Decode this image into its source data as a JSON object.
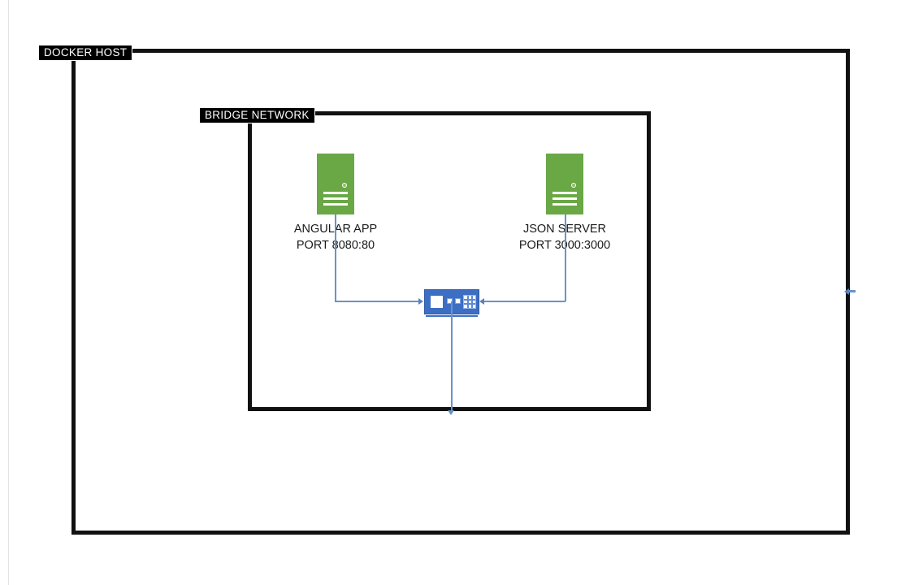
{
  "diagram": {
    "title": "Docker host bridge network diagram",
    "colors": {
      "container_border": "#111111",
      "label_background": "#000000",
      "label_text": "#ffffff",
      "server_green": "#6aa745",
      "router_blue": "#3c6fc4",
      "connector_blue": "#6a93c8",
      "canvas_background": "#ffffff"
    },
    "containers": [
      {
        "id": "docker-host",
        "label": "DOCKER HOST"
      },
      {
        "id": "bridge-network",
        "label": "BRIDGE NETWORK"
      }
    ],
    "nodes": [
      {
        "id": "angular-app",
        "icon": "server-icon",
        "name": "ANGULAR APP",
        "port": "PORT 8080:80"
      },
      {
        "id": "json-server",
        "icon": "server-icon",
        "name": "JSON SERVER",
        "port": "PORT 3000:3000"
      }
    ],
    "router": {
      "id": "bridge-router",
      "icon": "network-switch-icon",
      "label": ""
    }
  }
}
